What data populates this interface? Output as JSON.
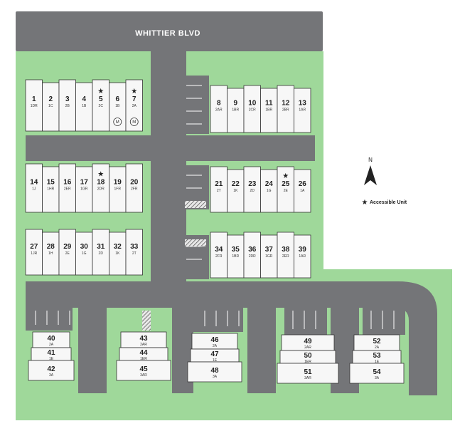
{
  "map": {
    "street_name": "WHITTIER BLVD",
    "north_label": "N",
    "legend": {
      "star": "★",
      "label": "Accessible Unit"
    },
    "meter_label": "M",
    "colors": {
      "lawn": "#9fd89a",
      "road": "#747578",
      "building": "#f7f7f7",
      "outline": "#333333",
      "background": "#ffffff"
    }
  },
  "rows": [
    {
      "id": "row-1",
      "units": [
        {
          "num": "1",
          "code": "1DR"
        },
        {
          "num": "2",
          "code": "1C"
        },
        {
          "num": "3",
          "code": "2B"
        },
        {
          "num": "4",
          "code": "1B"
        },
        {
          "num": "5",
          "code": "2C",
          "accessible": true
        },
        {
          "num": "6",
          "code": "1B",
          "meter": true
        },
        {
          "num": "7",
          "code": "2A",
          "accessible": true,
          "meter": true
        }
      ]
    },
    {
      "id": "row-2",
      "units": [
        {
          "num": "8",
          "code": "2AR"
        },
        {
          "num": "9",
          "code": "1BR"
        },
        {
          "num": "10",
          "code": "2CR"
        },
        {
          "num": "11",
          "code": "1BR"
        },
        {
          "num": "12",
          "code": "2BR"
        },
        {
          "num": "13",
          "code": "1AR"
        }
      ]
    },
    {
      "id": "row-3",
      "units": [
        {
          "num": "14",
          "code": "1J"
        },
        {
          "num": "15",
          "code": "1HR"
        },
        {
          "num": "16",
          "code": "2ER"
        },
        {
          "num": "17",
          "code": "1GR"
        },
        {
          "num": "18",
          "code": "2DR",
          "accessible": true
        },
        {
          "num": "19",
          "code": "1FR"
        },
        {
          "num": "20",
          "code": "2FR"
        }
      ]
    },
    {
      "id": "row-4",
      "units": [
        {
          "num": "21",
          "code": "2T"
        },
        {
          "num": "22",
          "code": "1K"
        },
        {
          "num": "23",
          "code": "2D"
        },
        {
          "num": "24",
          "code": "1G"
        },
        {
          "num": "25",
          "code": "2E",
          "accessible": true
        },
        {
          "num": "26",
          "code": "1A"
        }
      ]
    },
    {
      "id": "row-5",
      "units": [
        {
          "num": "27",
          "code": "1JR"
        },
        {
          "num": "28",
          "code": "1H"
        },
        {
          "num": "29",
          "code": "2E"
        },
        {
          "num": "30",
          "code": "1G"
        },
        {
          "num": "31",
          "code": "2D"
        },
        {
          "num": "32",
          "code": "1K"
        },
        {
          "num": "33",
          "code": "2T"
        }
      ]
    },
    {
      "id": "row-6",
      "units": [
        {
          "num": "34",
          "code": "2FR"
        },
        {
          "num": "35",
          "code": "1BR"
        },
        {
          "num": "36",
          "code": "2DR"
        },
        {
          "num": "37",
          "code": "1GR"
        },
        {
          "num": "38",
          "code": "2ER"
        },
        {
          "num": "39",
          "code": "1AR"
        }
      ]
    }
  ],
  "stacks": [
    {
      "id": "stack-1",
      "units": [
        {
          "num": "40",
          "code": "2A"
        },
        {
          "num": "41",
          "code": "1E"
        },
        {
          "num": "42",
          "code": "3A"
        }
      ]
    },
    {
      "id": "stack-2",
      "units": [
        {
          "num": "43",
          "code": "2AR"
        },
        {
          "num": "44",
          "code": "1ER"
        },
        {
          "num": "45",
          "code": "3AR"
        }
      ]
    },
    {
      "id": "stack-3",
      "units": [
        {
          "num": "46",
          "code": "2A"
        },
        {
          "num": "47",
          "code": "1E"
        },
        {
          "num": "48",
          "code": "3A"
        }
      ]
    },
    {
      "id": "stack-4",
      "units": [
        {
          "num": "49",
          "code": "2AR"
        },
        {
          "num": "50",
          "code": "1ER"
        },
        {
          "num": "51",
          "code": "3AR"
        }
      ]
    },
    {
      "id": "stack-5",
      "units": [
        {
          "num": "52",
          "code": "2A"
        },
        {
          "num": "53",
          "code": "1E"
        },
        {
          "num": "54",
          "code": "3A"
        }
      ]
    }
  ]
}
